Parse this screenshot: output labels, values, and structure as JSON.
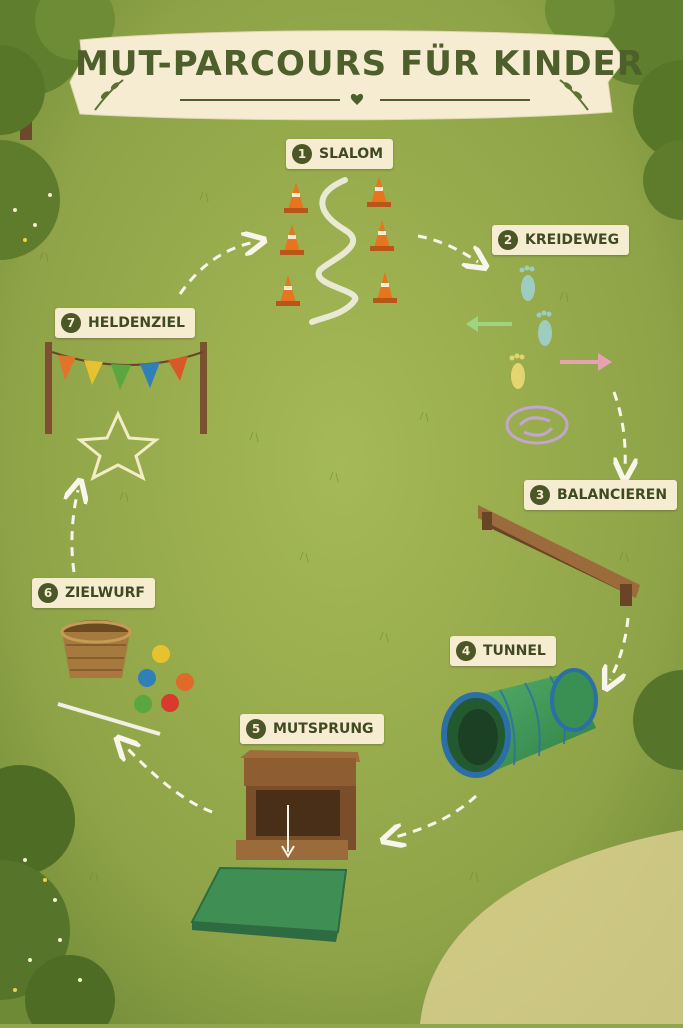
{
  "title": "MUT-PARCOURS FÜR KINDER",
  "stations": [
    {
      "number": "1",
      "label": "SLALOM"
    },
    {
      "number": "2",
      "label": "KREIDEWEG"
    },
    {
      "number": "3",
      "label": "BALANCIEREN"
    },
    {
      "number": "4",
      "label": "TUNNEL"
    },
    {
      "number": "5",
      "label": "MUTSPRUNG"
    },
    {
      "number": "6",
      "label": "ZIELWURF"
    },
    {
      "number": "7",
      "label": "HELDENZIEL"
    }
  ],
  "colors": {
    "grass": "#8fa64a",
    "banner": "#f5ecd2",
    "title_text": "#4d5f2a",
    "cone": "#e8741e",
    "tunnel": "#3f9b57",
    "tunnel_rim": "#2b6fa6",
    "mat": "#3f8f55",
    "wood": "#8a5a30"
  },
  "icons": [
    "traffic-cone",
    "chalk-footprint",
    "chalk-arrow",
    "balance-beam",
    "play-tunnel",
    "wooden-box",
    "gym-mat",
    "basket",
    "ball",
    "bunting-flags",
    "chalk-star",
    "dashed-arrow"
  ]
}
